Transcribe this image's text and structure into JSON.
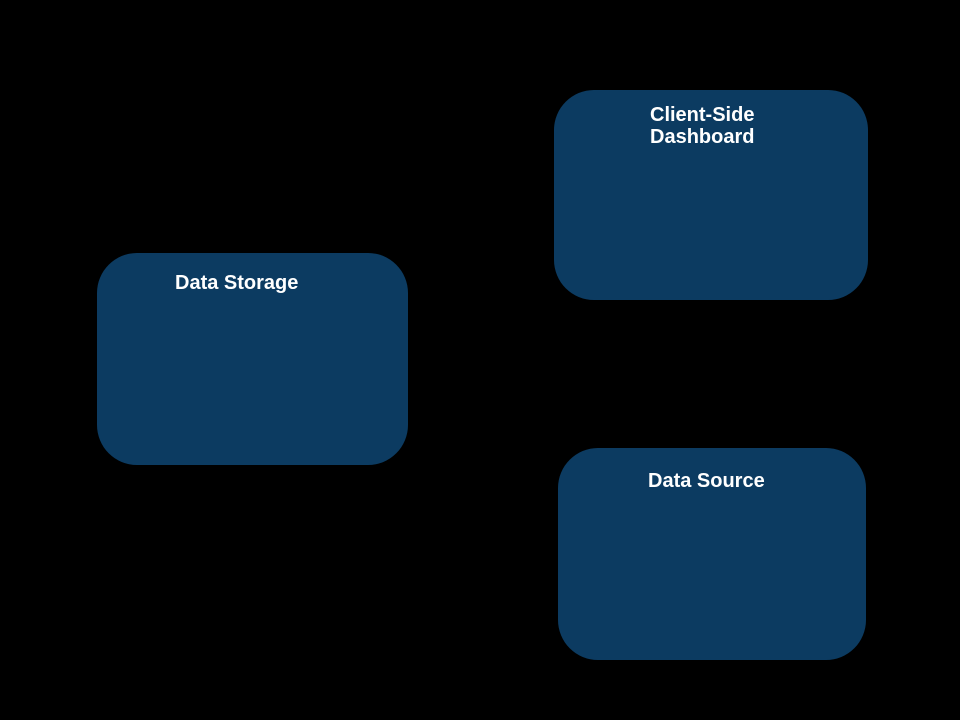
{
  "canvas": {
    "background_color": "#000000"
  },
  "diagram": {
    "type": "block-diagram",
    "node_fill_color": "#0C3B61",
    "node_text_color": "#FFFFFF",
    "nodes": [
      {
        "id": "client-side-dashboard",
        "label": "Client-Side Dashboard"
      },
      {
        "id": "data-storage",
        "label": "Data Storage"
      },
      {
        "id": "data-source",
        "label": "Data Source"
      }
    ]
  }
}
